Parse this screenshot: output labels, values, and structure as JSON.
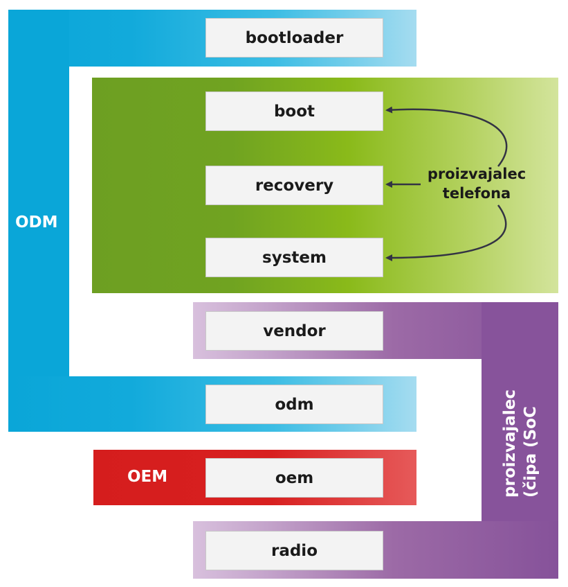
{
  "partitions": {
    "bootloader": "bootloader",
    "boot": "boot",
    "recovery": "recovery",
    "system": "system",
    "vendor": "vendor",
    "odm": "odm",
    "oem": "oem",
    "radio": "radio"
  },
  "groups": {
    "odm": "ODM",
    "oem": "OEM",
    "phone_maker": [
      "proizvajalec",
      "telefona"
    ],
    "soc_maker": [
      "proizvajalec",
      "(čipa (SoC"
    ]
  },
  "colors": {
    "odm": "#0aa6d8",
    "phone_maker": "#70a321",
    "soc_maker": "#87539b",
    "oem": "#d51d1d",
    "box": "#f3f3f3",
    "arrow": "#333344"
  }
}
